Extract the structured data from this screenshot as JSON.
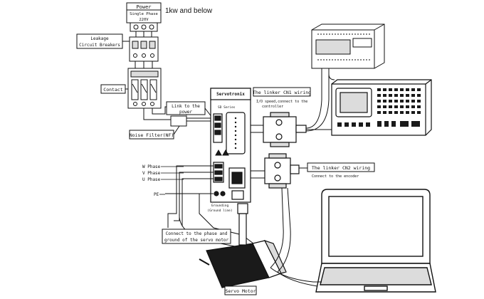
{
  "header": {
    "power_title": "Power",
    "power_sub1": "Single Phase",
    "power_sub2": "220V",
    "range_note": "1kw and below"
  },
  "labels": {
    "leakage_line1": "Leakage",
    "leakage_line2": "Circuit Breakers",
    "contact": "Contact",
    "link_power_line1": "Link to the",
    "link_power_line2": "power",
    "noise_filter": "Noise Filter(NF)",
    "w_phase": "W Phase",
    "v_phase": "V Phase",
    "u_phase": "U Phase",
    "pe": "PE",
    "grounding_line1": "Grounding",
    "grounding_line2": "(Ground line)",
    "motor_conn_line1": "Connect to the phase and",
    "motor_conn_line2": "ground of the servo motor",
    "servo_motor": "Servo Motor",
    "cn1_title": "The linker CN1 wiring",
    "cn1_desc_line1": "I/O speed,connect to the",
    "cn1_desc_line2": "controller",
    "cn2_title": "The linker CN2 wiring",
    "cn2_desc": "Connect to the encoder"
  },
  "drive": {
    "brand": "Servotronix",
    "series": "SD Series"
  },
  "colors": {
    "line": "#111111",
    "panel": "#ffffff",
    "shade": "#dcdcdc",
    "dark": "#1a1a1a"
  }
}
